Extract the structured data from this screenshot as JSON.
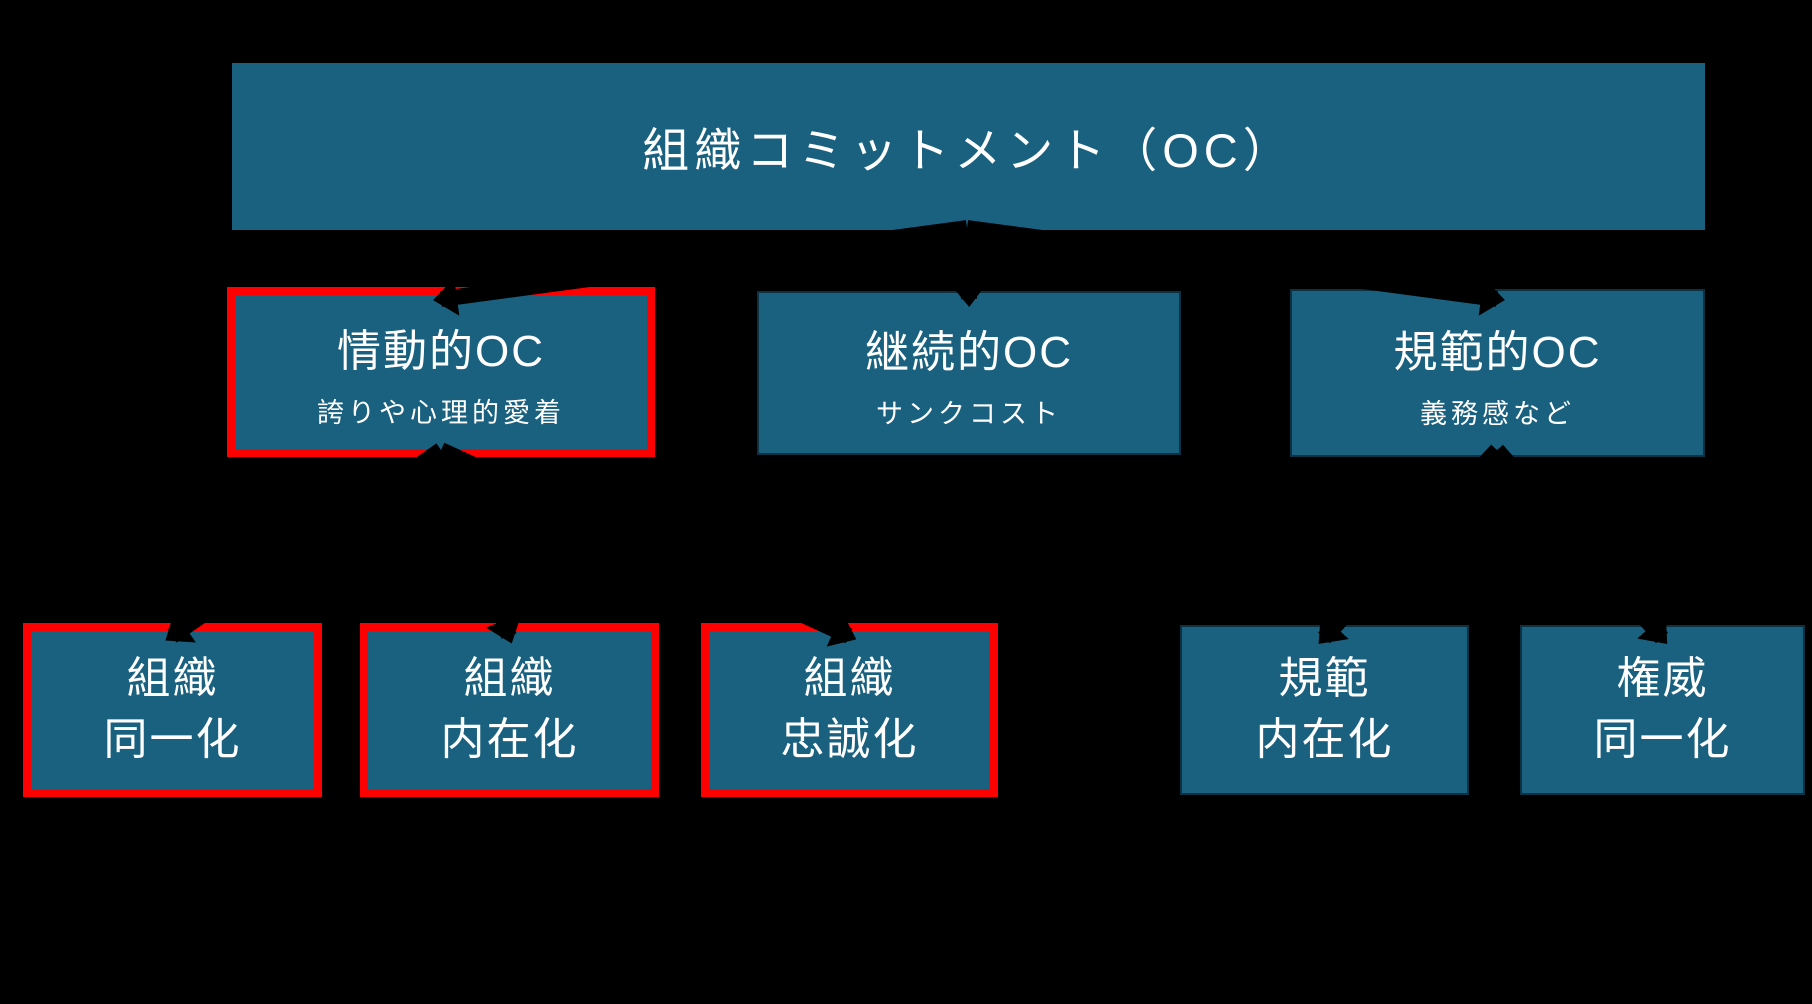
{
  "palette": {
    "background": "#000000",
    "box_fill": "#19617f",
    "box_edge": "#0c3143",
    "highlight_border": "#fe0000",
    "text": "#ffffff",
    "arrow": "#000000"
  },
  "diagram": {
    "root": {
      "label": "組織コミットメント（OC）"
    },
    "level2": [
      {
        "label": "情動的OC",
        "description": "誇りや心理的愛着",
        "highlighted": true
      },
      {
        "label": "継続的OC",
        "description": "サンクコスト",
        "highlighted": false
      },
      {
        "label": "規範的OC",
        "description": "義務感など",
        "highlighted": false
      }
    ],
    "level3": [
      {
        "line1": "組織",
        "line2": "同一化",
        "highlighted": true
      },
      {
        "line1": "組織",
        "line2": "内在化",
        "highlighted": true
      },
      {
        "line1": "組織",
        "line2": "忠誠化",
        "highlighted": true
      },
      {
        "line1": "規範",
        "line2": "内在化",
        "highlighted": false
      },
      {
        "line1": "権威",
        "line2": "同一化",
        "highlighted": false
      }
    ]
  }
}
